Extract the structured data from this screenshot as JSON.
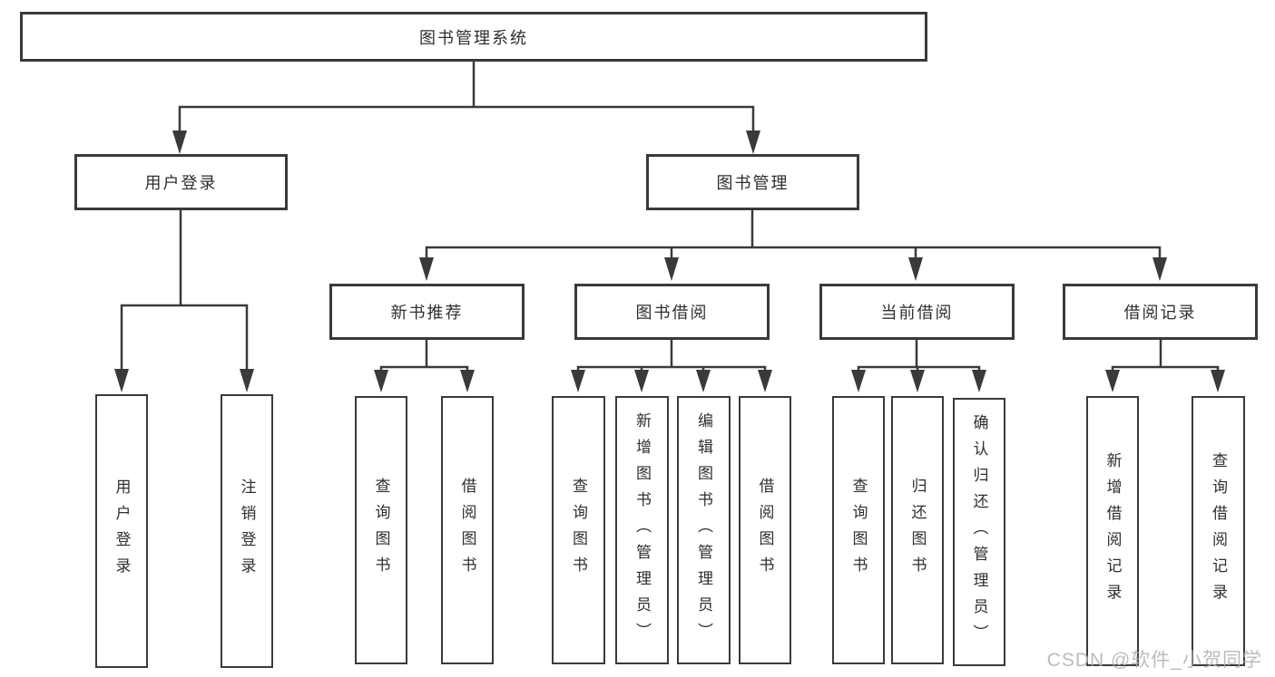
{
  "diagram": {
    "title": "图书管理系统",
    "root": {
      "label": "图书管理系统"
    },
    "branches": [
      {
        "label": "用户登录",
        "children": [
          "用户登录",
          "注销登录"
        ]
      },
      {
        "label": "图书管理",
        "groups": [
          {
            "label": "新书推荐",
            "children": [
              "查询图书",
              "借阅图书"
            ]
          },
          {
            "label": "图书借阅",
            "children": [
              "查询图书",
              "新增图书（管理员）",
              "编辑图书（管理员）",
              "借阅图书"
            ]
          },
          {
            "label": "当前借阅",
            "children": [
              "查询图书",
              "归还图书",
              "确认归还（管理员）"
            ]
          },
          {
            "label": "借阅记录",
            "children": [
              "新增借阅记录",
              "查询借阅记录"
            ]
          }
        ]
      }
    ]
  },
  "watermark": {
    "text": "CSDN @软件_小贺同学"
  },
  "colors": {
    "line": "#3a3a3a",
    "box_border": "#3a3a3a",
    "box_fill": "#ffffff",
    "text": "#2f2f2f",
    "watermark": "#b0b0b0",
    "background": "#ffffff"
  }
}
